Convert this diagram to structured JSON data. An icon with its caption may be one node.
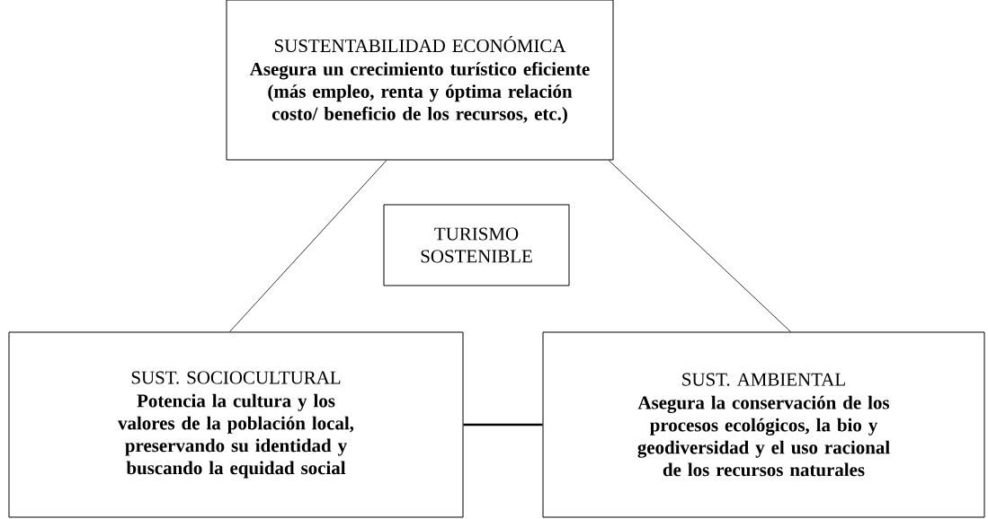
{
  "diagram": {
    "nodes": [
      {
        "text": [
          "SUSTENTABILIDAD ECONÓMICA",
          "Asegura un crecimiento turístico eficiente (más empleo, renta y óptima relación costo/ beneficio de los recursos, etc.)"
        ]
      },
      {
        "text": [
          "TURISMO SOSTENIBLE"
        ]
      },
      {
        "text": [
          "SUST. SOCIOCULTURAL",
          "Potencia la cultura y los valores de la población local, preservando su identidad y buscando la equidad social"
        ]
      },
      {
        "text": [
          "SUST. AMBIENTAL",
          "Asegura la conservación de los procesos ecológicos, la bio y geodiversidad y el uso racional de los recursos naturales"
        ]
      }
    ],
    "edges": [
      {
        "from": 0,
        "to": 2,
        "arrow": "none"
      },
      {
        "from": 0,
        "to": 3,
        "arrow": "none"
      },
      {
        "from": 2,
        "to": 3,
        "arrow": "none",
        "style": "thick"
      }
    ]
  }
}
